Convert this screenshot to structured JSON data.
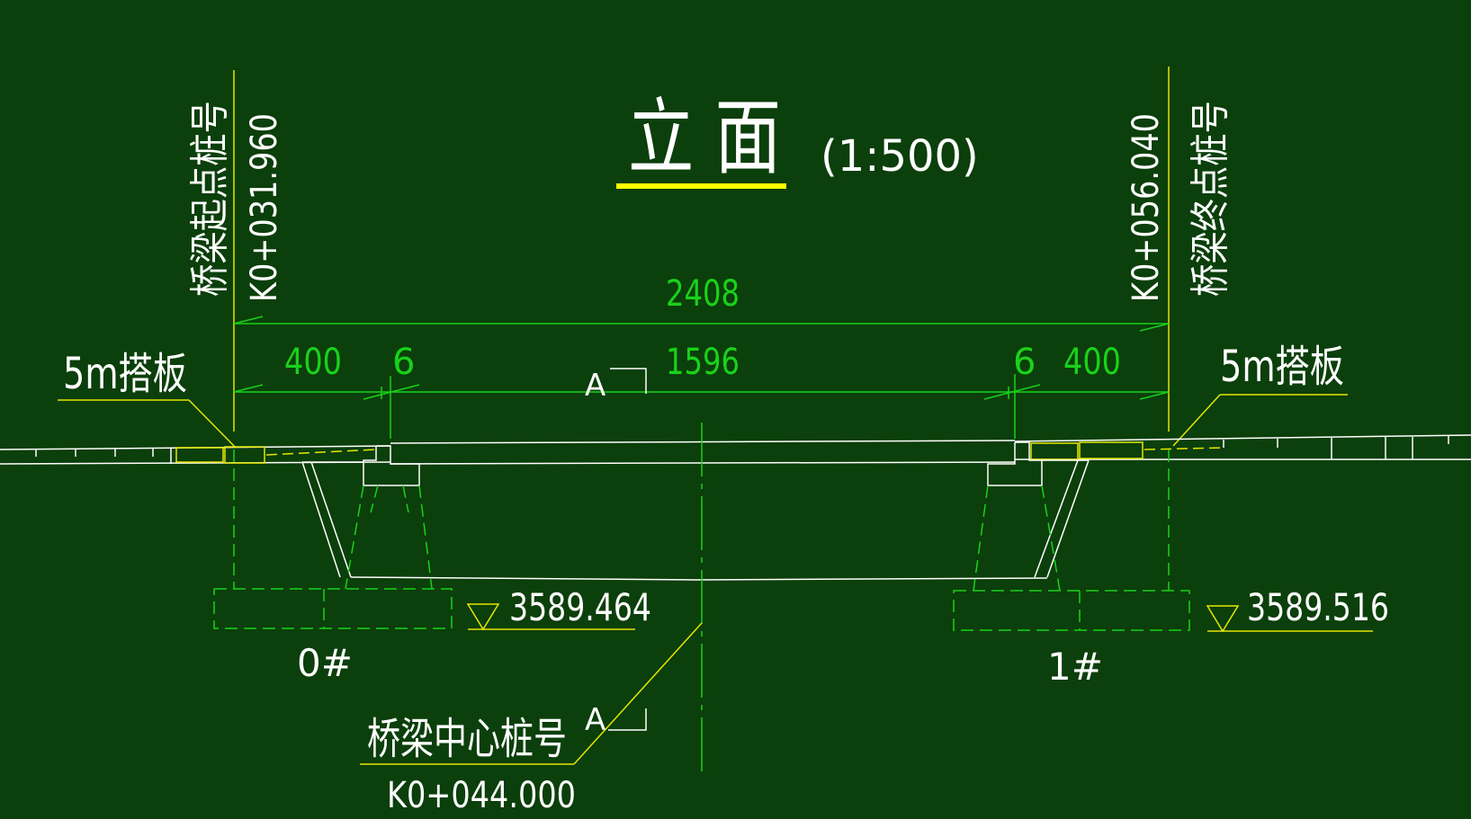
{
  "title": {
    "main": "立  面",
    "scale": "(1:500)"
  },
  "stations": {
    "start_label": "桥梁起点桩号",
    "start_value": "K0+031.960",
    "end_label": "桥梁终点桩号",
    "end_value": "K0+056.040",
    "center_label": "桥梁中心桩号",
    "center_value": "K0+044.000"
  },
  "dimensions": {
    "total": "2408",
    "left_approach": "400",
    "left_gap": "6",
    "span": "1596",
    "right_gap": "6",
    "right_approach": "400"
  },
  "approach_slab": {
    "left_label": "5m搭板",
    "right_label": "5m搭板"
  },
  "section_mark": {
    "top": "A",
    "bottom": "A"
  },
  "elevations": {
    "left": "3589.464",
    "right": "3589.516"
  },
  "piers": {
    "left": "0#",
    "right": "1#"
  },
  "colors": {
    "background": "#0b3f0b",
    "line_white": "#ffffff",
    "dimension_green": "#19d219",
    "leader_yellow": "#e6e600",
    "title_underline": "#ffff00"
  }
}
